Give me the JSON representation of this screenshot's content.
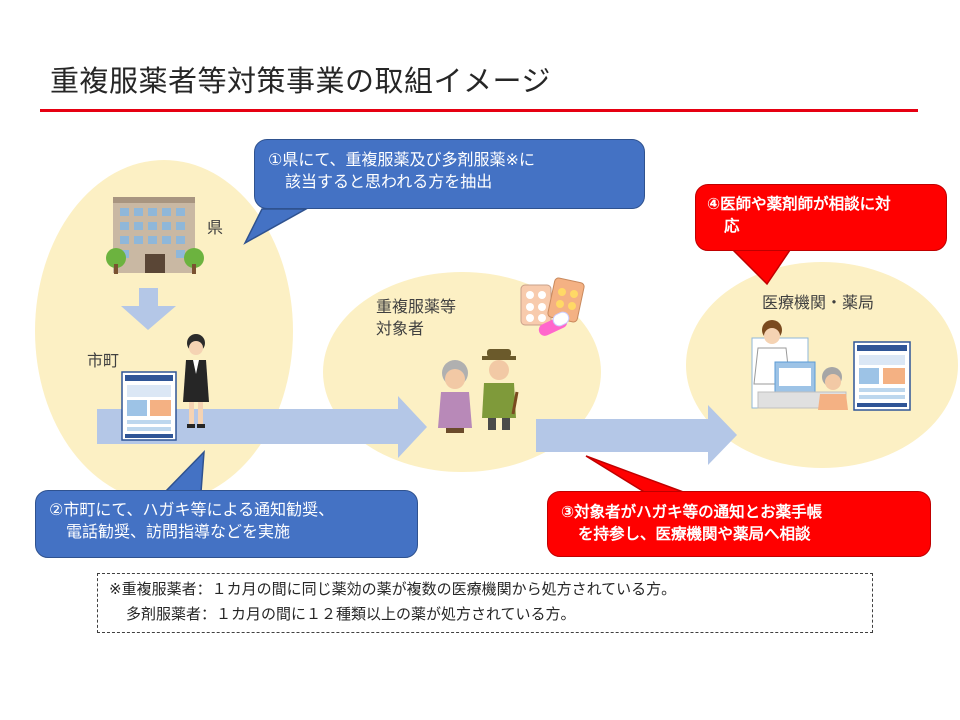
{
  "title": "重複服薬者等対策事業の取組イメージ",
  "labels": {
    "prefecture": "県",
    "municipality": "市町",
    "target_line1": "重複服薬等",
    "target_line2": "対象者",
    "medical": "医療機関・薬局"
  },
  "callouts": {
    "step1": {
      "line1": "①県にて、重複服薬及び多剤服薬※に",
      "line2": "該当すると思われる方を抽出"
    },
    "step2": {
      "line1": "②市町にて、ハガキ等による通知勧奨、",
      "line2": "電話勧奨、訪問指導などを実施"
    },
    "step3": {
      "line1": "③対象者がハガキ等の通知とお薬手帳",
      "line2": "を持参し、医療機関や薬局へ相談"
    },
    "step4": {
      "line1": "④医師や薬剤師が相談に対",
      "line2": "応"
    }
  },
  "note": {
    "line1": "※重複服薬者：１カ月の間に同じ薬効の薬が複数の医療機関から処方されている方。",
    "line2": "多剤服薬者：１カ月の間に１２種類以上の薬が処方されている方。"
  },
  "colors": {
    "title_rule": "#e60012",
    "blob": "#fcf0c4",
    "arrow": "#b4c7e7",
    "callout_blue": "#4472c4",
    "callout_red": "#ff0000"
  },
  "icons": [
    "building-icon",
    "staff-person-icon",
    "postcard-icon",
    "elderly-couple-icon",
    "pills-icon",
    "pharmacist-consultation-icon",
    "leaflet-icon"
  ]
}
